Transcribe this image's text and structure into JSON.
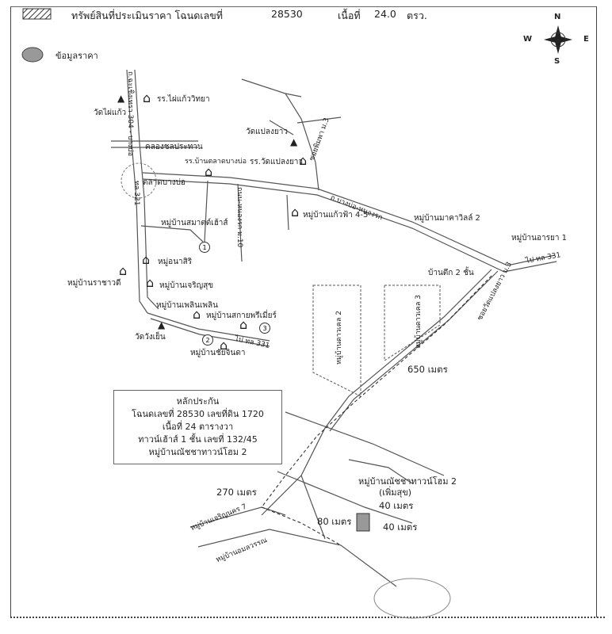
{
  "header": {
    "property_title": "ทรัพย์สินที่ประเมินราคา โฉนดเลขที่",
    "deed_number": "28530",
    "area_label": "เนื้อที่",
    "area_value": "24.0",
    "area_unit": "ตรว."
  },
  "legend": {
    "price_info_label": "ข้อมูลราคา"
  },
  "compass": {
    "n": "N",
    "s": "S",
    "e": "E",
    "w": "W"
  },
  "places": {
    "wat_phai_kaew": "วัดไผ่แก้ว",
    "school_phai_kaew": "รร.ไผ่แก้ววิทยา",
    "canal": "คลองชลประทาน",
    "school_talat_bang_bo": "รร.บ้านตลาดบางบ่อ",
    "talat_bang_bo": "ตลาดบางบ่อ",
    "wat_plaeng_yao": "วัดแปลงยาว",
    "school_wat_plaeng_yao": "รร.วัดแปลงยาว",
    "village_smart_house": "หมู่บ้านสมาตต์เฮ้าส์",
    "village_kaew_fa": "หมู่บ้านแก้วฟ้า 4-5",
    "village_mata_ville": "หมู่บ้านมาคาวิลล์ 2",
    "village_arya": "หมู่บ้านอารยา 1",
    "building_2_floor": "บ้านตึก 2 ชั้น",
    "village_ana_siri": "หมู่อนาสิริ",
    "village_ratchawadi": "หมู่บ้านราชาวดี",
    "village_charoen_suk": "หมู่บ้านเจริญสุข",
    "village_ploen_ploen": "หมู่บ้านเพลินเพลิน",
    "village_sky_premier": "หมู่บ้านสกายพรีเมี่ยร์",
    "wat_wang_yen": "วัดวังเย็น",
    "village_chai_chinda": "หมู่บ้านชัยจินดา",
    "village_natcha_2": "หมู่บ้านณัชชาทาวน์โฮม 2",
    "village_natcha_2_sub": "(เพิ่มสุข)",
    "village_charoen_nakhon": "หมู่บ้านเจริญนคร 7",
    "village_amorn": "หมู่บ้านอมลวรรณ",
    "road_304": "ถ.ฉะเชิงเทรา 304 - บางบ่อ",
    "road_321": "ทล 321",
    "road_bang_bo_nong_rak": "ถ.บางบ่อ-หนองรก",
    "road_bang_bo_nong_rak_short": "ถนน-หนองรก ม.10",
    "road_soi_nong_ba": "ซอยพิมพา ม.3",
    "road_331_east": "ไป ทล 331",
    "road_331_south": "ไป ทล 331",
    "road_soi_wat_plaeng_yao": "ซอยวัดแปลงยาว ม.3",
    "lot_1": "หมู่บ้านดาวเคล 2",
    "lot_2": "หมู่บ้านดาวเคล 3",
    "markers": [
      "1",
      "2",
      "3"
    ]
  },
  "collateral_box": {
    "title": "หลักประกัน",
    "line1": "โฉนดเลขที่ 28530  เลขที่ดิน 1720",
    "line2": "เนื้อที่ 24 ตารางวา",
    "line3": "ทาวน์เฮ้าส์ 1 ชั้น เลขที่ 132/45",
    "line4": "หมู่บ้านณัชชาทาวน์โฮม 2"
  },
  "distances": {
    "d650": "650 เมตร",
    "d270": "270 เมตร",
    "d80": "80 เมตร",
    "d40a": "40 เมตร",
    "d40b": "40 เมตร"
  }
}
